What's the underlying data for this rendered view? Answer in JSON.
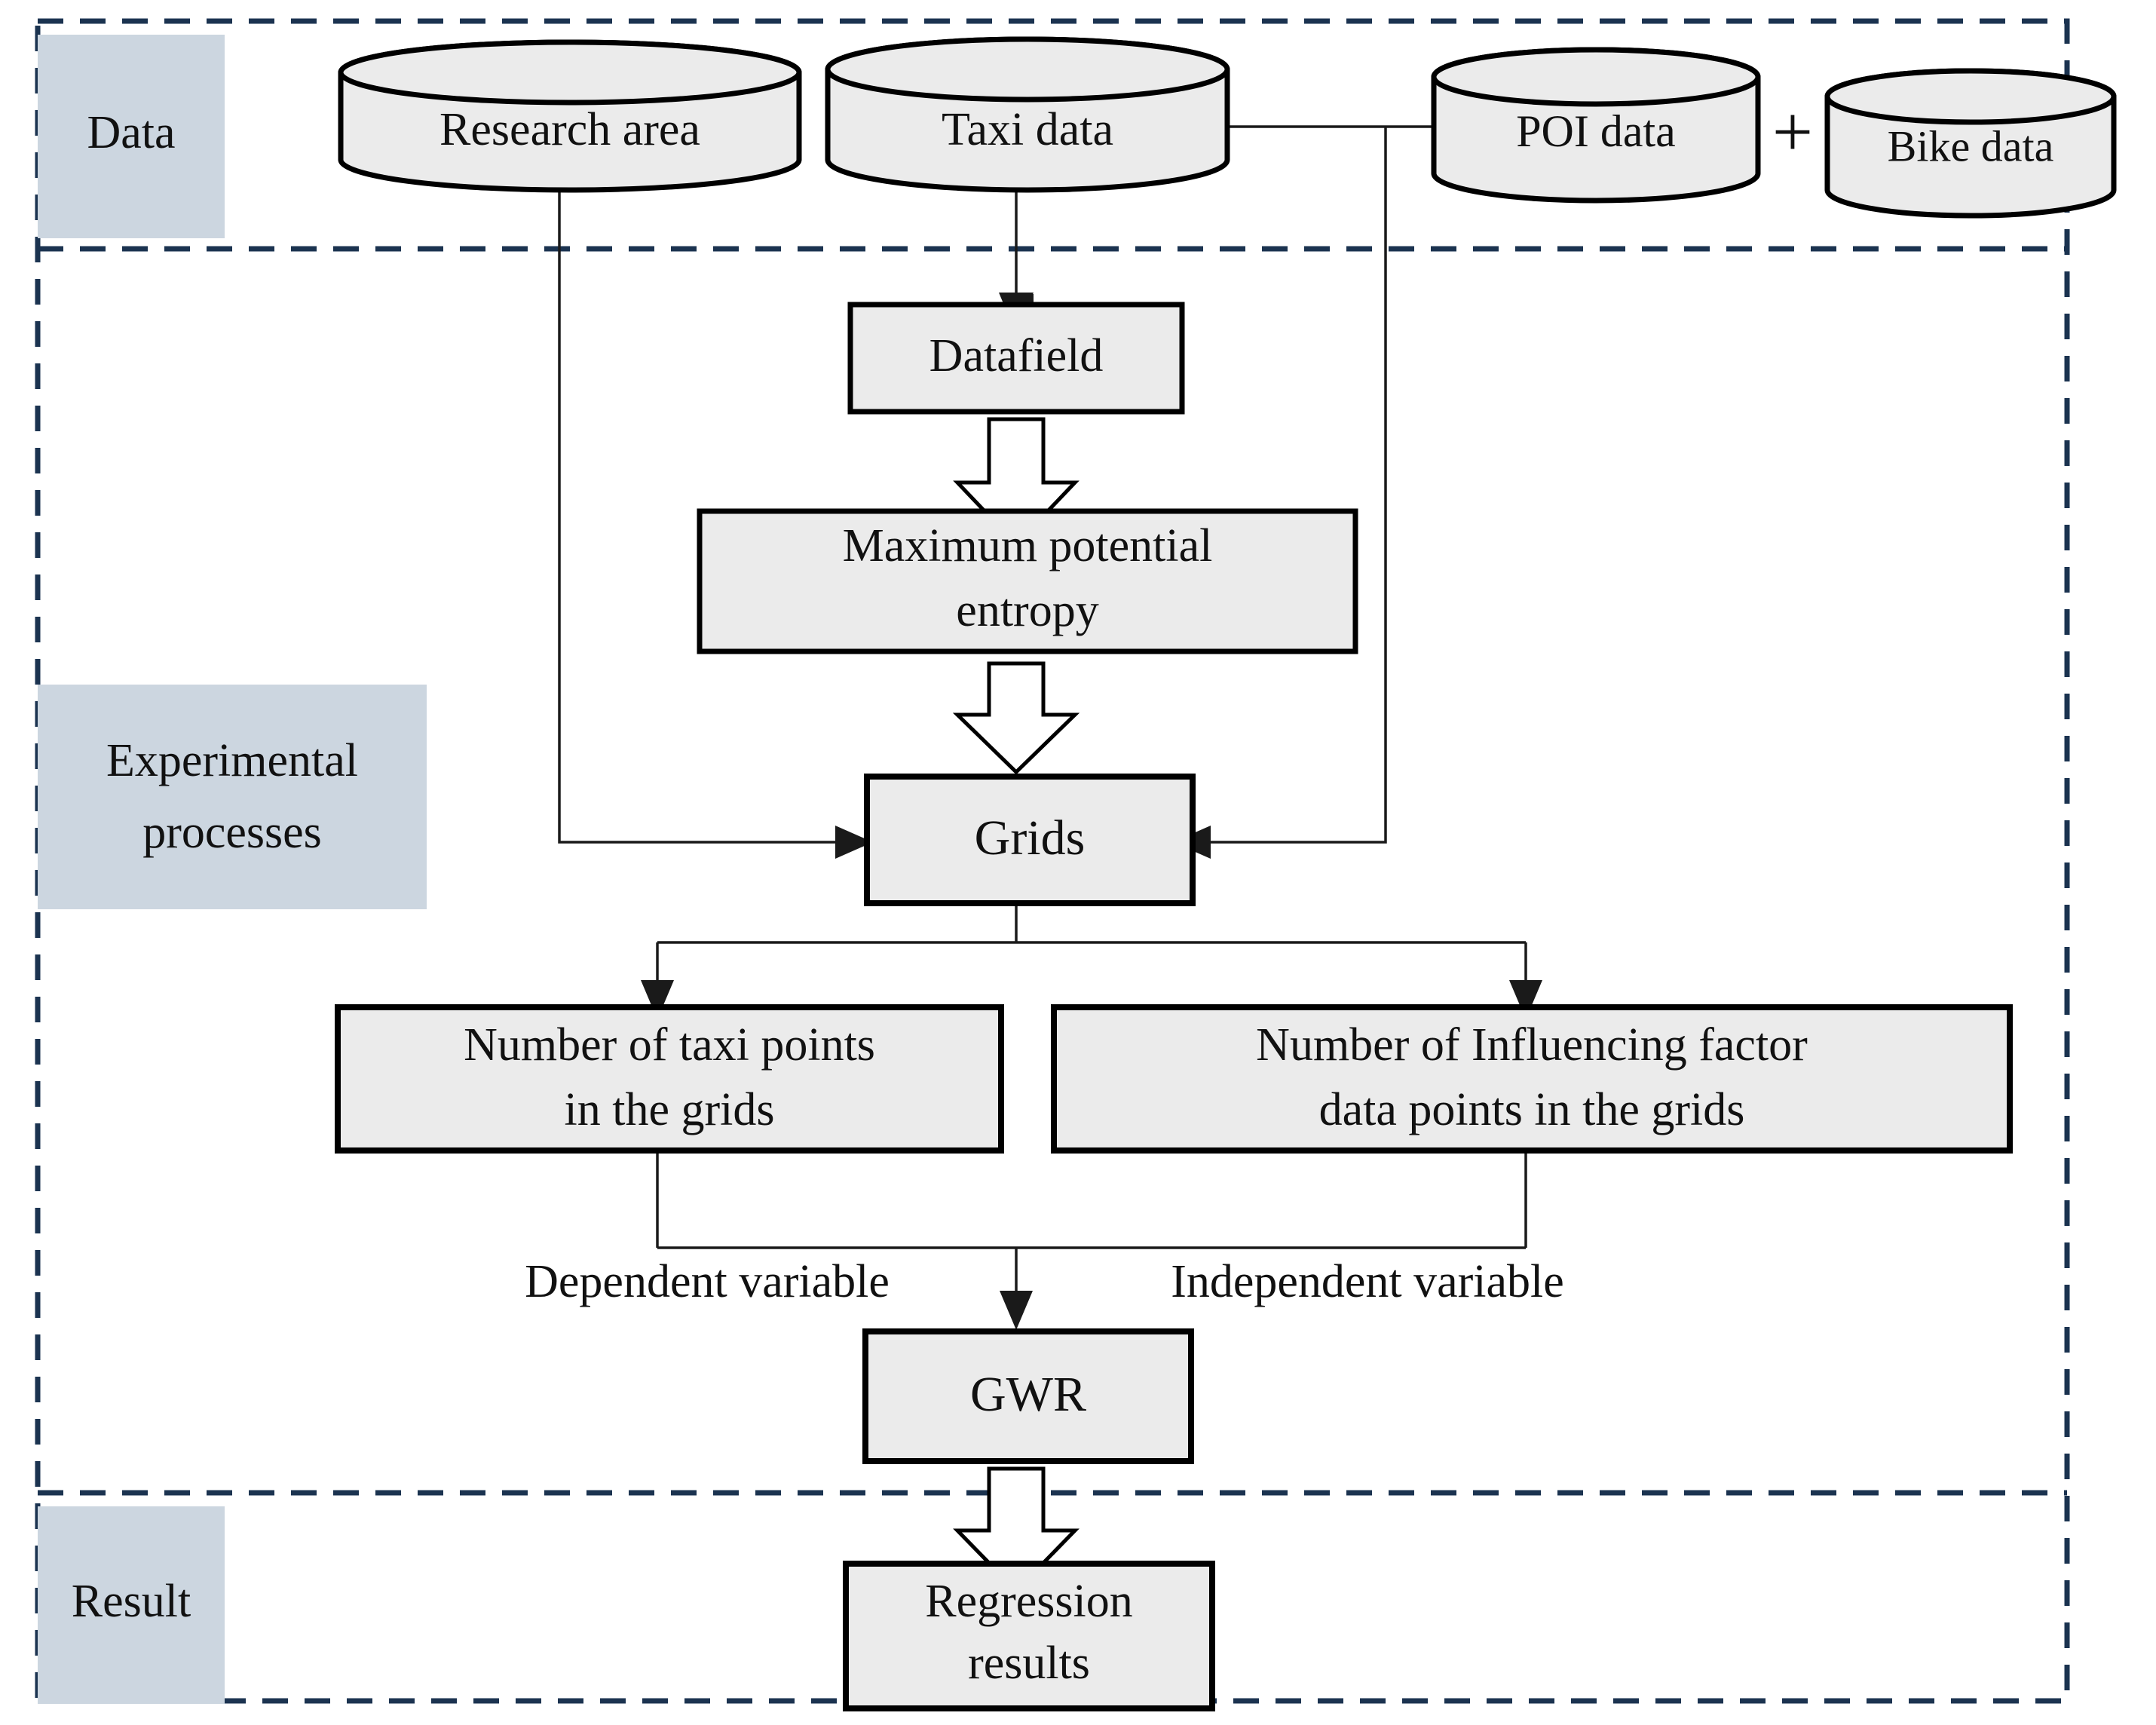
{
  "diagram": {
    "title": "Research workflow flowchart",
    "colors": {
      "stage_chip_bg": "#ccd6e0",
      "frame_dashed": "#1b3350",
      "node_fill": "#ebebeb",
      "node_stroke": "#000000",
      "edge_stroke": "#1a1a1a",
      "background": "#ffffff"
    },
    "stages": [
      {
        "id": "data",
        "label": "Data"
      },
      {
        "id": "experimental",
        "label": "Experimental\nprocesses",
        "line1": "Experimental",
        "line2": "processes"
      },
      {
        "id": "result",
        "label": "Result"
      }
    ],
    "data_sources": [
      {
        "id": "research-area",
        "label": "Research area",
        "shape": "cylinder"
      },
      {
        "id": "taxi-data",
        "label": "Taxi data",
        "shape": "cylinder"
      },
      {
        "id": "poi-data",
        "label": "POI data",
        "shape": "cylinder"
      },
      {
        "id": "bike-data",
        "label": "Bike data",
        "shape": "cylinder"
      }
    ],
    "operator": {
      "id": "plus",
      "symbol": "+"
    },
    "process_nodes": [
      {
        "id": "datafield",
        "label": "Datafield",
        "shape": "rect"
      },
      {
        "id": "maximum-potential-entropy",
        "label": "Maximum potential entropy",
        "line1": "Maximum potential",
        "line2": "entropy",
        "shape": "rect"
      },
      {
        "id": "grids",
        "label": "Grids",
        "shape": "rect"
      },
      {
        "id": "taxi-points-count",
        "label": "Number of taxi points in the grids",
        "line1": "Number of taxi points",
        "line2": "in the grids",
        "shape": "rect"
      },
      {
        "id": "influencing-factor-count",
        "label": "Number of Influencing factor data  points in the grids",
        "line1": "Number of Influencing factor",
        "line2": "data  points in the grids",
        "shape": "rect"
      },
      {
        "id": "gwr",
        "label": "GWR",
        "shape": "rect"
      }
    ],
    "result_nodes": [
      {
        "id": "regression-results",
        "label": "Regression results",
        "line1": "Regression",
        "line2": "results",
        "shape": "rect"
      }
    ],
    "edge_labels": [
      {
        "id": "dependent-variable",
        "label": "Dependent variable"
      },
      {
        "id": "independent-variable",
        "label": "Independent variable"
      }
    ]
  }
}
